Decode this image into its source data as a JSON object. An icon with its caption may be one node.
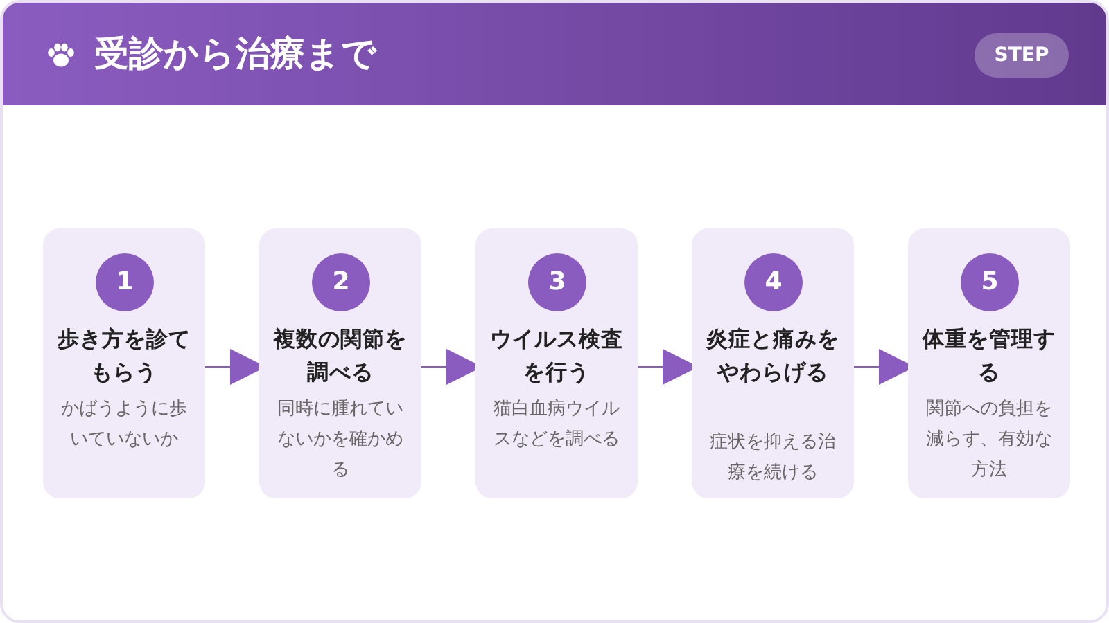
{
  "diagram": {
    "title": "受診から治療まで",
    "nodes": [
      {
        "text": [
          "1",
          "歩き方を診てもらう",
          "かばうように歩いていないか"
        ]
      },
      {
        "text": [
          "2",
          "複数の関節を調べる",
          "同時に腫れていないかを確かめる"
        ]
      },
      {
        "text": [
          "3",
          "ウイルス検査を行う",
          "猫白血病ウイルスなどを調べる"
        ]
      },
      {
        "text": [
          "4",
          "炎症と痛みをやわらげる",
          "症状を抑える治療を続ける"
        ]
      },
      {
        "text": [
          "5",
          "体重を管理する",
          "関節への負担を減らす、有効な方法"
        ]
      }
    ],
    "edges": [
      {
        "from": 0,
        "to": 1,
        "arrow": "to"
      },
      {
        "from": 1,
        "to": 2,
        "arrow": "to"
      },
      {
        "from": 2,
        "to": 3,
        "arrow": "to"
      },
      {
        "from": 3,
        "to": 4,
        "arrow": "to"
      }
    ],
    "labels": [
      "STEP"
    ]
  }
}
